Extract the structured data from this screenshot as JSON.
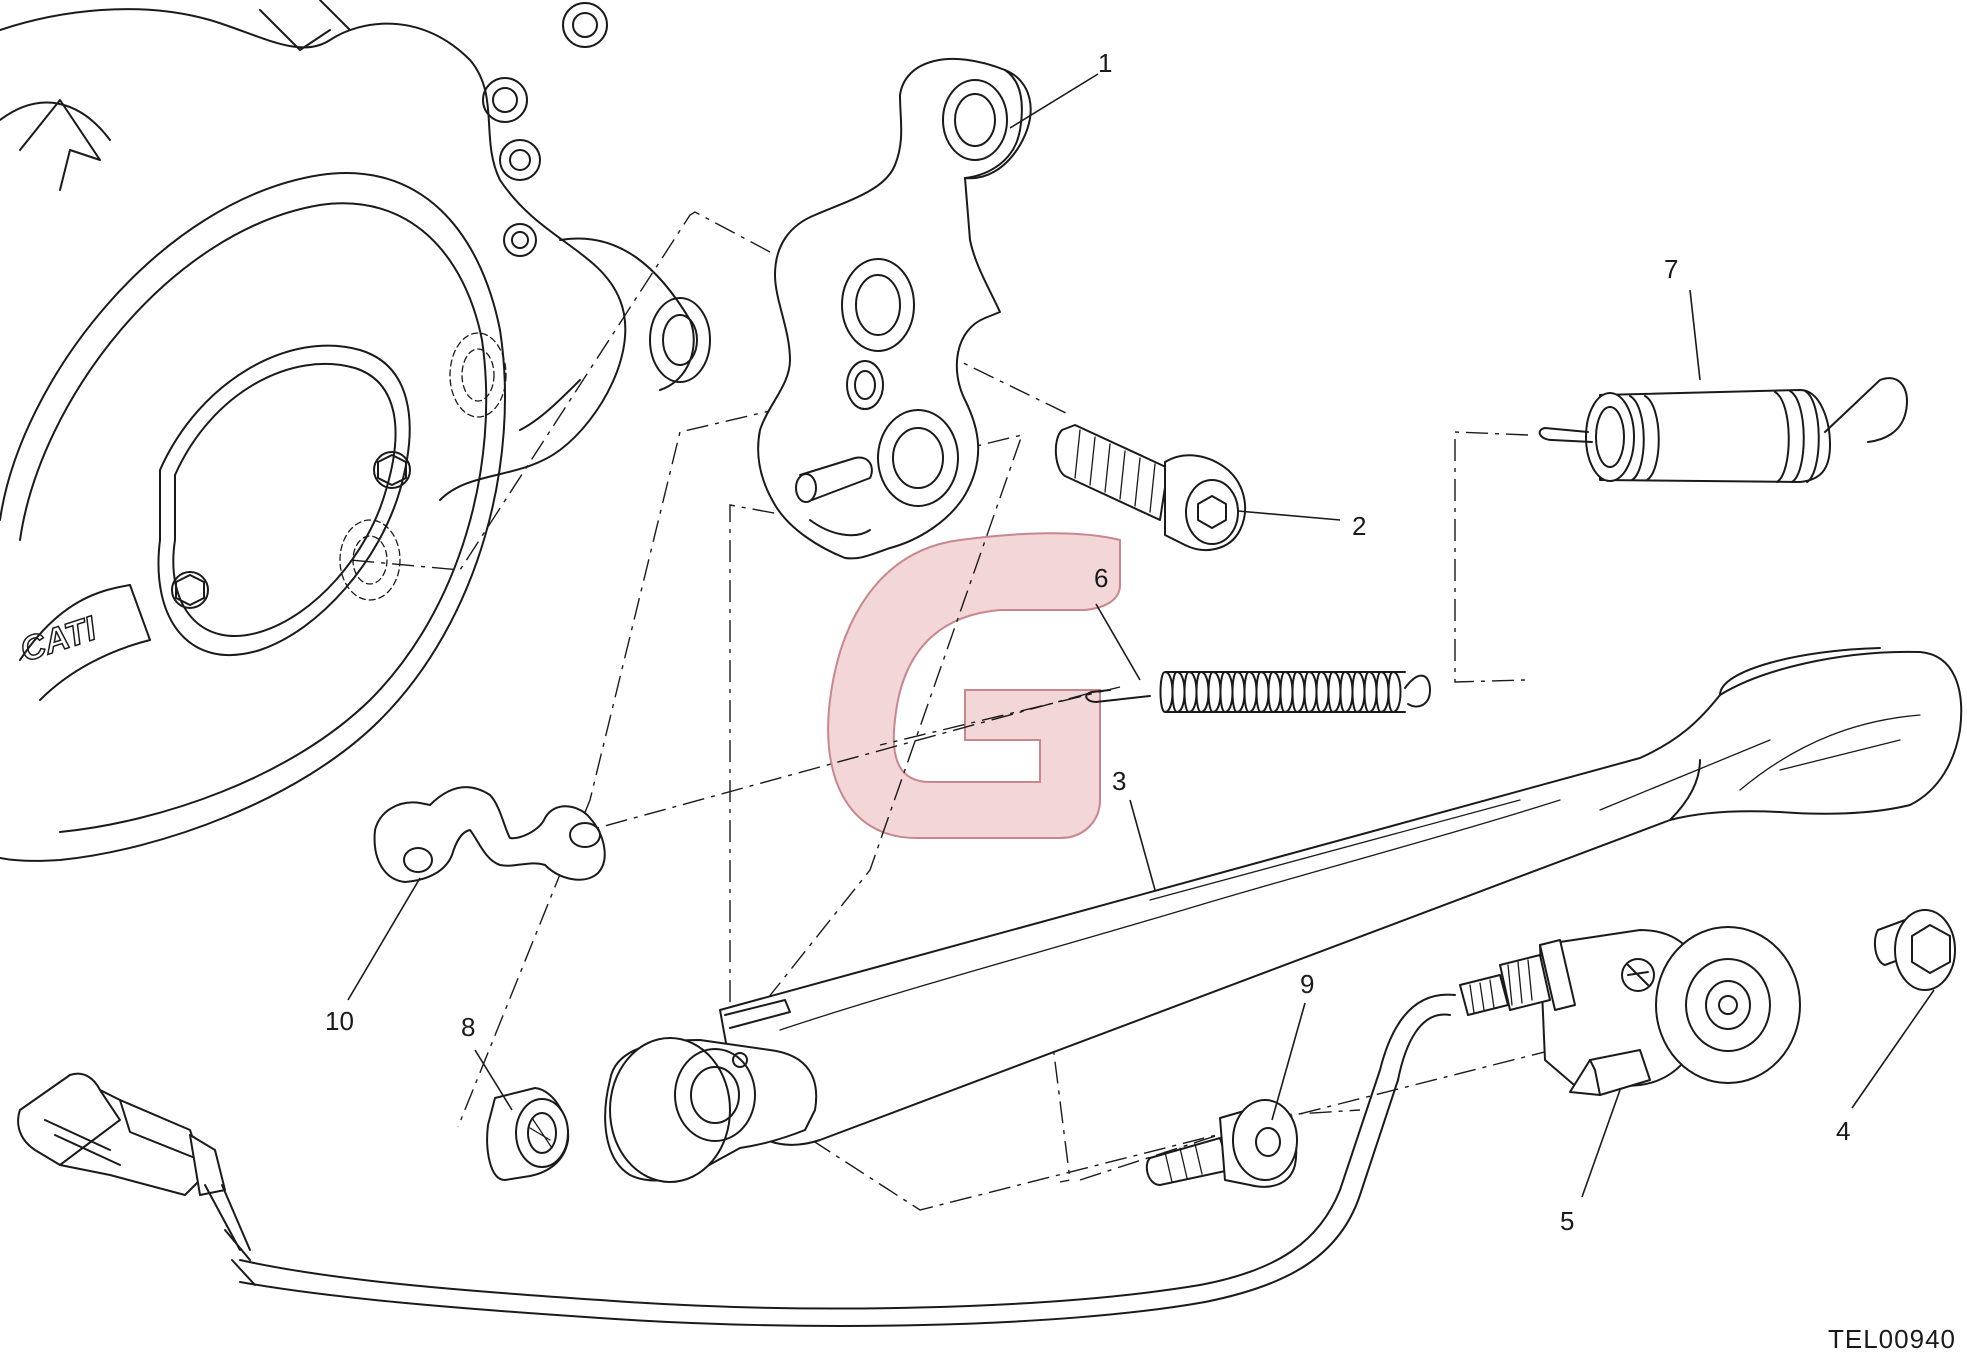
{
  "callouts": [
    "1",
    "2",
    "3",
    "4",
    "5",
    "6",
    "7",
    "8",
    "9",
    "10"
  ],
  "drawing_code": "TEL00940",
  "engine_cover_brand": "CATI",
  "watermark": {
    "glyph": "G",
    "color": "#e8b4b8"
  }
}
